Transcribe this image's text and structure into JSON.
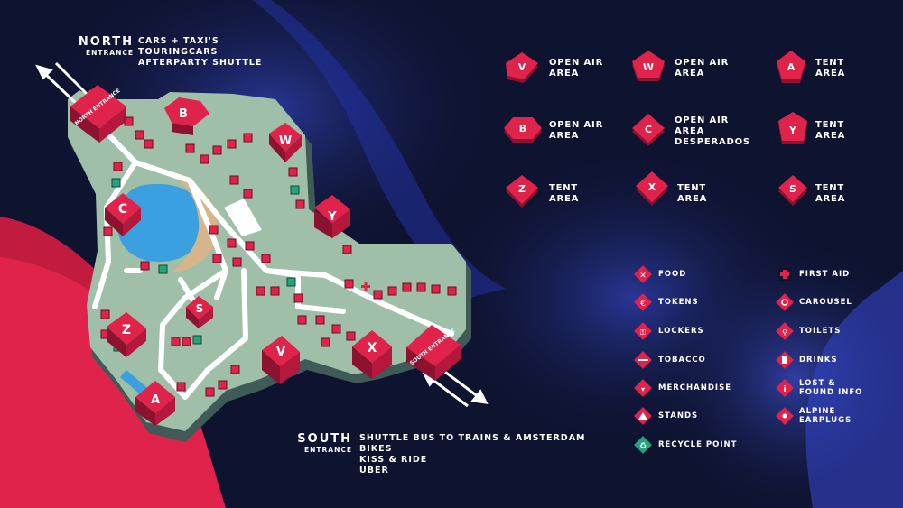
{
  "north": {
    "title": "NORTH",
    "subtitle": "ENTRANCE",
    "lines": [
      "CARS + TAXI'S",
      "TOURINGCARS",
      "AFTERPARTY SHUTTLE"
    ],
    "sign": "NORTH ENTRANCE"
  },
  "south": {
    "title": "SOUTH",
    "subtitle": "ENTRANCE",
    "lines": [
      "SHUTTLE BUS TO TRAINS & AMSTERDAM",
      "BIKES",
      "KISS & RIDE",
      "UBER"
    ],
    "sign": "SOUTH ENTRANCE"
  },
  "stages": [
    {
      "letter": "V",
      "label": "OPEN AIR AREA"
    },
    {
      "letter": "W",
      "label": "OPEN AIR AREA"
    },
    {
      "letter": "A",
      "label": "TENT AREA"
    },
    {
      "letter": "B",
      "label": "OPEN AIR AREA"
    },
    {
      "letter": "C",
      "label": "OPEN AIR AREA DESPERADOS"
    },
    {
      "letter": "Y",
      "label": "TENT AREA"
    },
    {
      "letter": "Z",
      "label": "TENT AREA"
    },
    {
      "letter": "X",
      "label": "TENT AREA"
    },
    {
      "letter": "S",
      "label": "TENT AREA"
    }
  ],
  "legend": [
    {
      "label": "FOOD",
      "icon": "food-icon"
    },
    {
      "label": "FIRST AID",
      "icon": "first-aid-icon"
    },
    {
      "label": "TOKENS",
      "icon": "tokens-icon"
    },
    {
      "label": "CAROUSEL",
      "icon": "carousel-icon"
    },
    {
      "label": "LOCKERS",
      "icon": "lockers-icon"
    },
    {
      "label": "TOILETS",
      "icon": "toilets-icon"
    },
    {
      "label": "TOBACCO",
      "icon": "tobacco-icon"
    },
    {
      "label": "DRINKS",
      "icon": "drinks-icon"
    },
    {
      "label": "MERCHANDISE",
      "icon": "merchandise-icon"
    },
    {
      "label": "LOST & FOUND INFO",
      "icon": "info-icon"
    },
    {
      "label": "STANDS",
      "icon": "stands-icon"
    },
    {
      "label": "ALPINE EARPLUGS",
      "icon": "earplugs-icon"
    },
    {
      "label": "RECYCLE POINT",
      "icon": "recycle-icon"
    }
  ],
  "colors": {
    "background": "#0e1330",
    "accent": "#e0234a",
    "accent_dark": "#8c1230",
    "land": "#9fbfa8",
    "land_edge": "#3f5a57",
    "water": "#3aa0e0",
    "sand": "#d6b48c",
    "path": "#ffffff",
    "recycle": "#27a27a"
  }
}
